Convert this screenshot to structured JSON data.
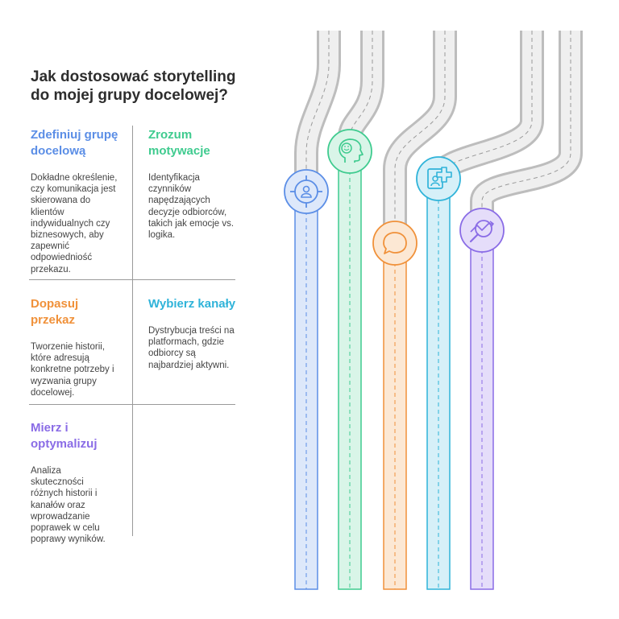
{
  "title_lines": [
    "Jak dostosować storytelling",
    "do mojej grupy docelowej?"
  ],
  "colors": {
    "blue": "#5B8EE6",
    "green": "#3FCB8F",
    "orange": "#F0913A",
    "teal": "#2FB3D9",
    "purple": "#8A6CE6",
    "road": "#C9C9C9"
  },
  "steps": [
    {
      "heading_lines": [
        "Zdefiniuj grupę",
        "docelową"
      ],
      "desc_lines": [
        "Dokładne określenie,",
        "czy komunikacja jest",
        "skierowana do",
        "klientów",
        "indywidualnych czy",
        "biznesowych, aby",
        "zapewnić",
        "odpowiedniość",
        "przekazu."
      ],
      "color": "#5B8EE6",
      "icon": "target-person-icon"
    },
    {
      "heading_lines": [
        "Zrozum",
        "motywacje"
      ],
      "desc_lines": [
        "Identyfikacja",
        "czynników",
        "napędzających",
        "decyzje odbiorców,",
        "takich jak emocje vs.",
        "logika."
      ],
      "color": "#3FCB8F",
      "icon": "head-smile-icon"
    },
    {
      "heading_lines": [
        "Dopasuj",
        "przekaz"
      ],
      "desc_lines": [
        "Tworzenie historii,",
        "które adresują",
        "konkretne potrzeby i",
        "wyzwania grupy",
        "docelowej."
      ],
      "color": "#F0913A",
      "icon": "speech-bubble-icon"
    },
    {
      "heading_lines": [
        "Wybierz kanały"
      ],
      "desc_lines": [
        "Dystrybucja treści na",
        "platformach, gdzie",
        "odbiorcy są",
        "najbardziej aktywni."
      ],
      "color": "#2FB3D9",
      "icon": "profile-add-icon"
    },
    {
      "heading_lines": [
        "Mierz i",
        "optymalizuj"
      ],
      "desc_lines": [
        "Analiza",
        "skuteczności",
        "różnych historii i",
        "kanałów oraz",
        "wprowadzanie",
        "poprawek w celu",
        "poprawy wyników."
      ],
      "color": "#8A6CE6",
      "icon": "search-chart-icon"
    }
  ]
}
